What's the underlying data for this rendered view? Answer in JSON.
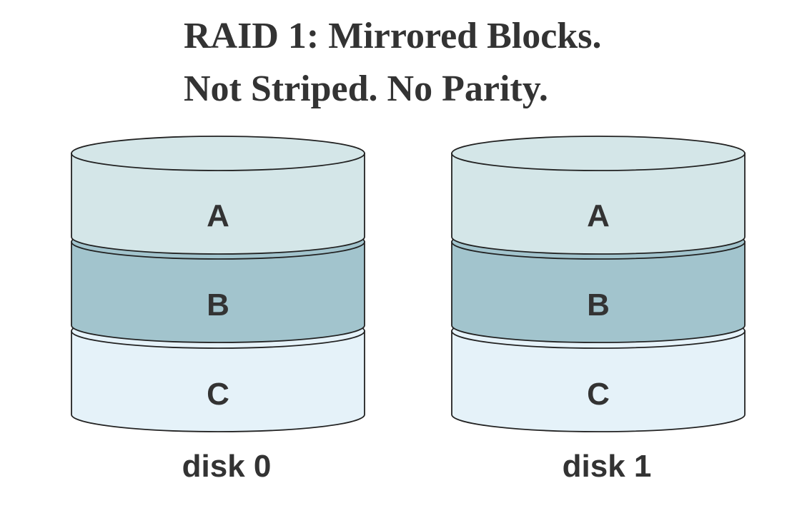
{
  "title": {
    "line1": "RAID 1: Mirrored Blocks.",
    "line2": "Not Striped. No Parity."
  },
  "colors": {
    "block_a": "#d4e6e8",
    "block_b": "#a2c4cd",
    "block_c": "#e5f2f9",
    "outline": "#222222",
    "text": "#333333"
  },
  "disks": [
    {
      "label": "disk 0",
      "blocks": [
        {
          "letter": "A",
          "color": "#d4e6e8"
        },
        {
          "letter": "B",
          "color": "#a2c4cd"
        },
        {
          "letter": "C",
          "color": "#e5f2f9"
        }
      ]
    },
    {
      "label": "disk 1",
      "blocks": [
        {
          "letter": "A",
          "color": "#d4e6e8"
        },
        {
          "letter": "B",
          "color": "#a2c4cd"
        },
        {
          "letter": "C",
          "color": "#e5f2f9"
        }
      ]
    }
  ]
}
